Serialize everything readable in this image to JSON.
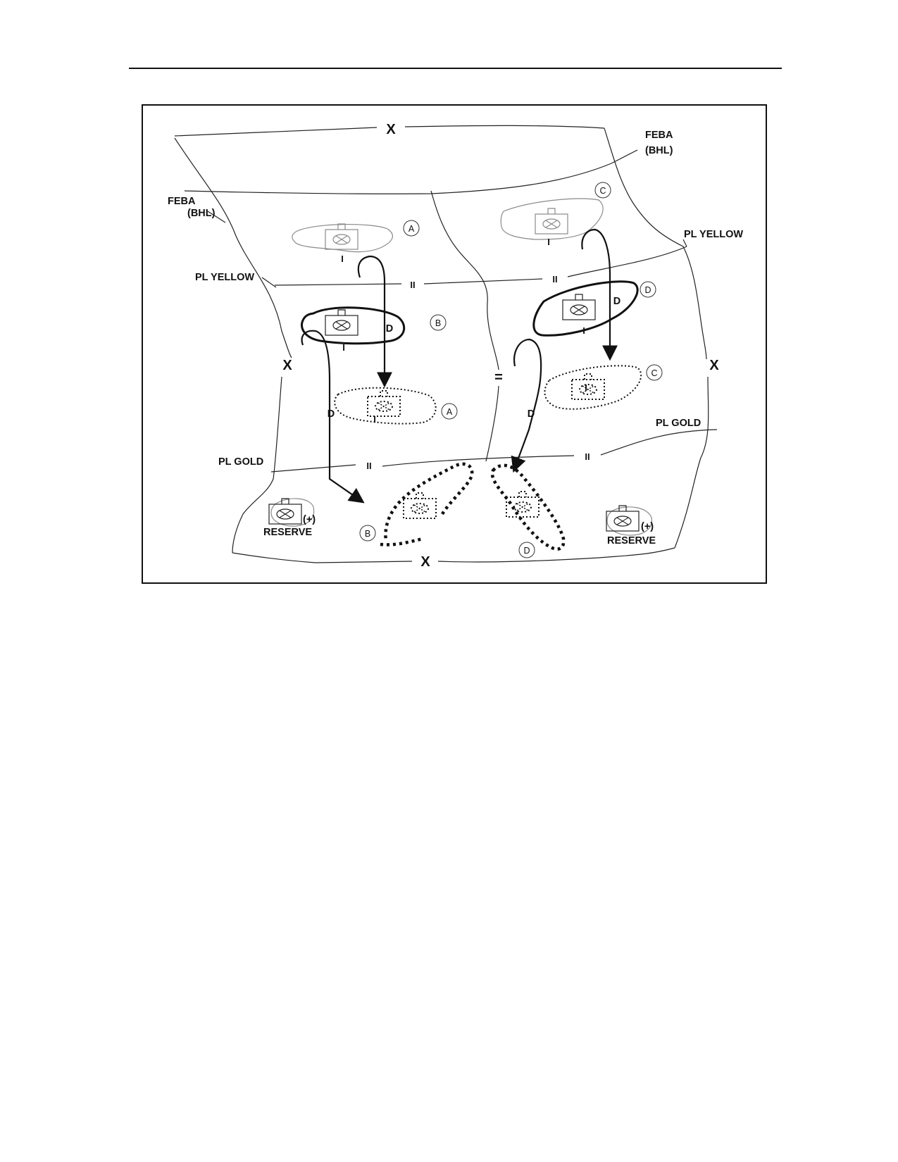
{
  "labels": {
    "top_boundary": "X",
    "bottom_boundary": "X",
    "left_boundary": "X",
    "right_boundary": "X",
    "center_boundary": "=",
    "feba_right": "FEBA",
    "bhl_right": "(BHL)",
    "feba_left": "FEBA",
    "bhl_left": "(BHL)",
    "pl_yellow_left": "PL YELLOW",
    "pl_yellow_right": "PL YELLOW",
    "pl_gold_left": "PL GOLD",
    "pl_gold_right": "PL GOLD",
    "bn_yellow_left": "II",
    "bn_yellow_right": "II",
    "bn_gold_left": "II",
    "bn_gold_right": "II",
    "reserve_left": "RESERVE",
    "reserve_right": "RESERVE",
    "reinforced_left": "(+)",
    "reinforced_right": "(+)",
    "platoon_mark": "I",
    "delay_mark": "D"
  },
  "positions": {
    "a1": "A",
    "b1": "B",
    "a2": "A",
    "b2": "B",
    "c1": "C",
    "d1": "D",
    "c2": "C",
    "d2": "D"
  },
  "colors": {
    "ink": "#111111",
    "old_position": "#8a8a8a"
  }
}
